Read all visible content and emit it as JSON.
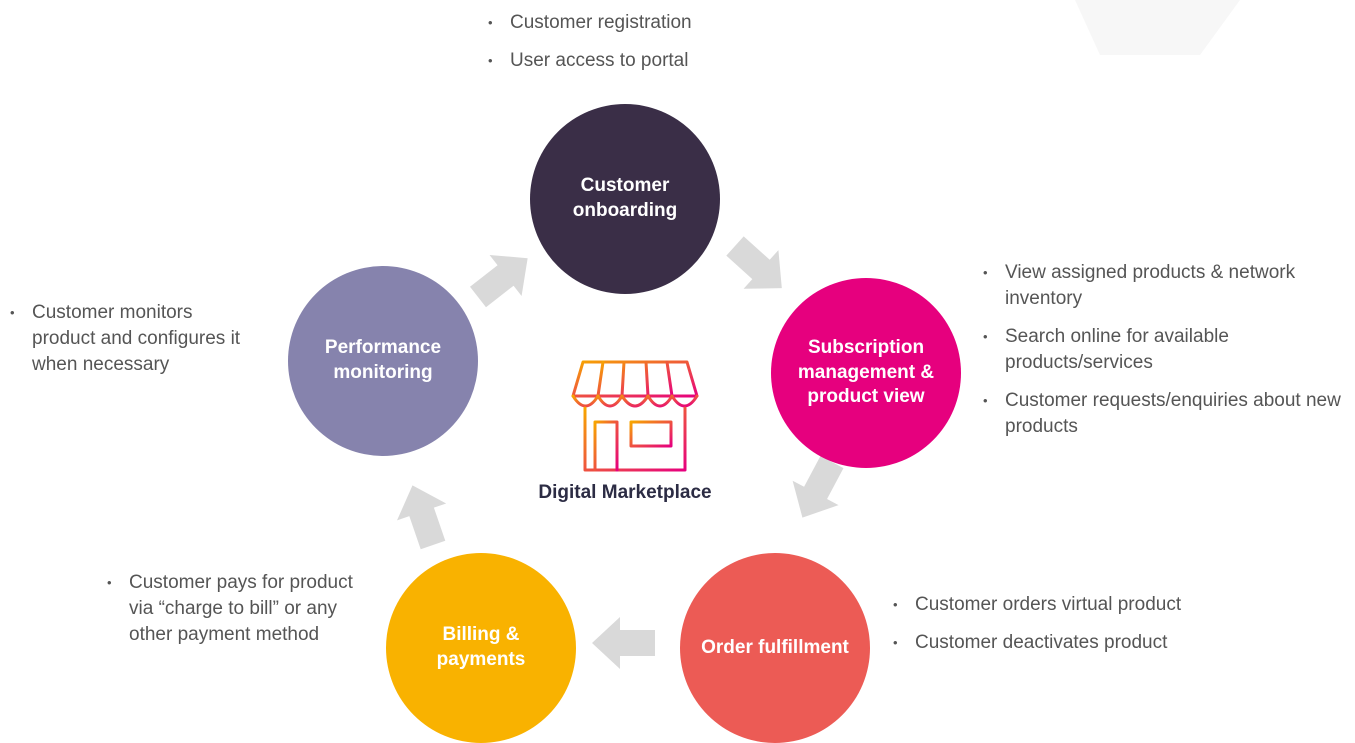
{
  "colors": {
    "onboarding": "#3a2e47",
    "subscription": "#e6007e",
    "fulfillment": "#ec5b55",
    "billing": "#f9b200",
    "performance": "#8683ad",
    "arrow": "#d9d9d9",
    "icon_gradient_start": "#f7a600",
    "icon_gradient_end": "#e6007e"
  },
  "center": {
    "icon": "storefront-icon",
    "label": "Digital Marketplace"
  },
  "nodes": {
    "onboarding": {
      "label": "Customer onboarding"
    },
    "subscription": {
      "label": "Subscription management & product view"
    },
    "fulfillment": {
      "label": "Order fulfillment"
    },
    "billing": {
      "label": "Billing & payments"
    },
    "performance": {
      "label": "Performance monitoring"
    }
  },
  "notes": {
    "onboarding": [
      "Customer registration",
      "User access to portal"
    ],
    "subscription": [
      "View assigned products & network inventory",
      "Search online for available products/services",
      "Customer requests/enquiries about new products"
    ],
    "fulfillment": [
      "Customer orders virtual product",
      "Customer deactivates product"
    ],
    "billing": [
      "Customer pays for product via “charge to bill” or any other payment method"
    ],
    "performance": [
      "Customer monitors product and configures it when necessary"
    ]
  }
}
